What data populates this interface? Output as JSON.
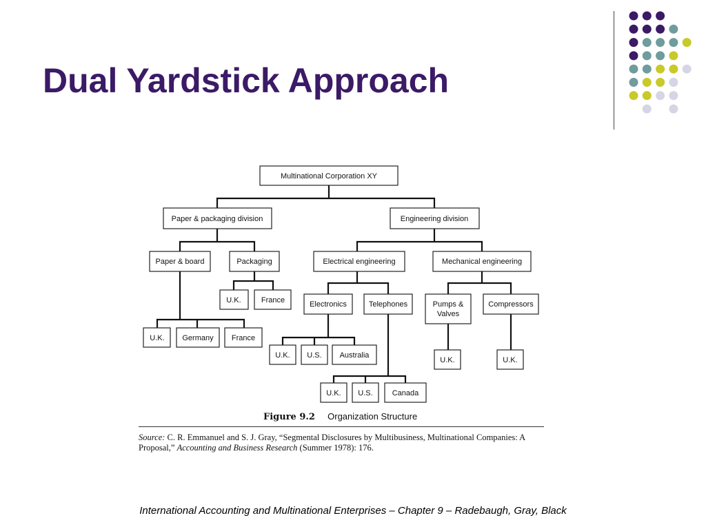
{
  "slide": {
    "title": "Dual Yardstick Approach",
    "footer": "International Accounting and Multinational Enterprises – Chapter 9 – Radebaugh, Gray, Black"
  },
  "theme": {
    "title_color": "#3b1a66",
    "dot_colors": {
      "purple": "#3b1a66",
      "teal": "#6f9c9c",
      "yellow": "#c9c92a",
      "lavender": "#d5d5e6"
    },
    "dot_rows": [
      [
        "purple",
        "purple",
        "purple",
        "",
        ""
      ],
      [
        "purple",
        "purple",
        "purple",
        "teal",
        ""
      ],
      [
        "purple",
        "teal",
        "teal",
        "teal",
        "yellow"
      ],
      [
        "purple",
        "teal",
        "teal",
        "yellow",
        ""
      ],
      [
        "teal",
        "teal",
        "yellow",
        "yellow",
        "lavender"
      ],
      [
        "teal",
        "yellow",
        "yellow",
        "lavender",
        ""
      ],
      [
        "yellow",
        "yellow",
        "lavender",
        "lavender",
        ""
      ],
      [
        "",
        "lavender",
        "",
        "lavender",
        ""
      ]
    ]
  },
  "org_chart": {
    "nodes": {
      "root": "Multinational Corporation XY",
      "paper_div": "Paper & packaging division",
      "eng_div": "Engineering division",
      "paper_board": "Paper & board",
      "packaging": "Packaging",
      "electrical": "Electrical engineering",
      "mechanical": "Mechanical engineering",
      "pkg_uk": "U.K.",
      "pkg_france": "France",
      "electronics": "Electronics",
      "telephones": "Telephones",
      "pumps": [
        "Pumps &",
        "Valves"
      ],
      "compressors": "Compressors",
      "pb_uk": "U.K.",
      "pb_germany": "Germany",
      "pb_france": "France",
      "el_uk": "U.K.",
      "el_us": "U.S.",
      "el_australia": "Australia",
      "pumps_uk": "U.K.",
      "comp_uk": "U.K.",
      "tel_uk": "U.K.",
      "tel_us": "U.S.",
      "tel_canada": "Canada"
    }
  },
  "figure": {
    "number": "Figure 9.2",
    "name": "Organization Structure"
  },
  "source": {
    "label": "Source:",
    "text_1": " C. R. Emmanuel and S. J. Gray, “Segmental Disclosures by Multibusiness, Multinational Companies: A Proposal,” ",
    "journal": "Accounting and Business Research",
    "text_2": " (Summer 1978): 176."
  }
}
